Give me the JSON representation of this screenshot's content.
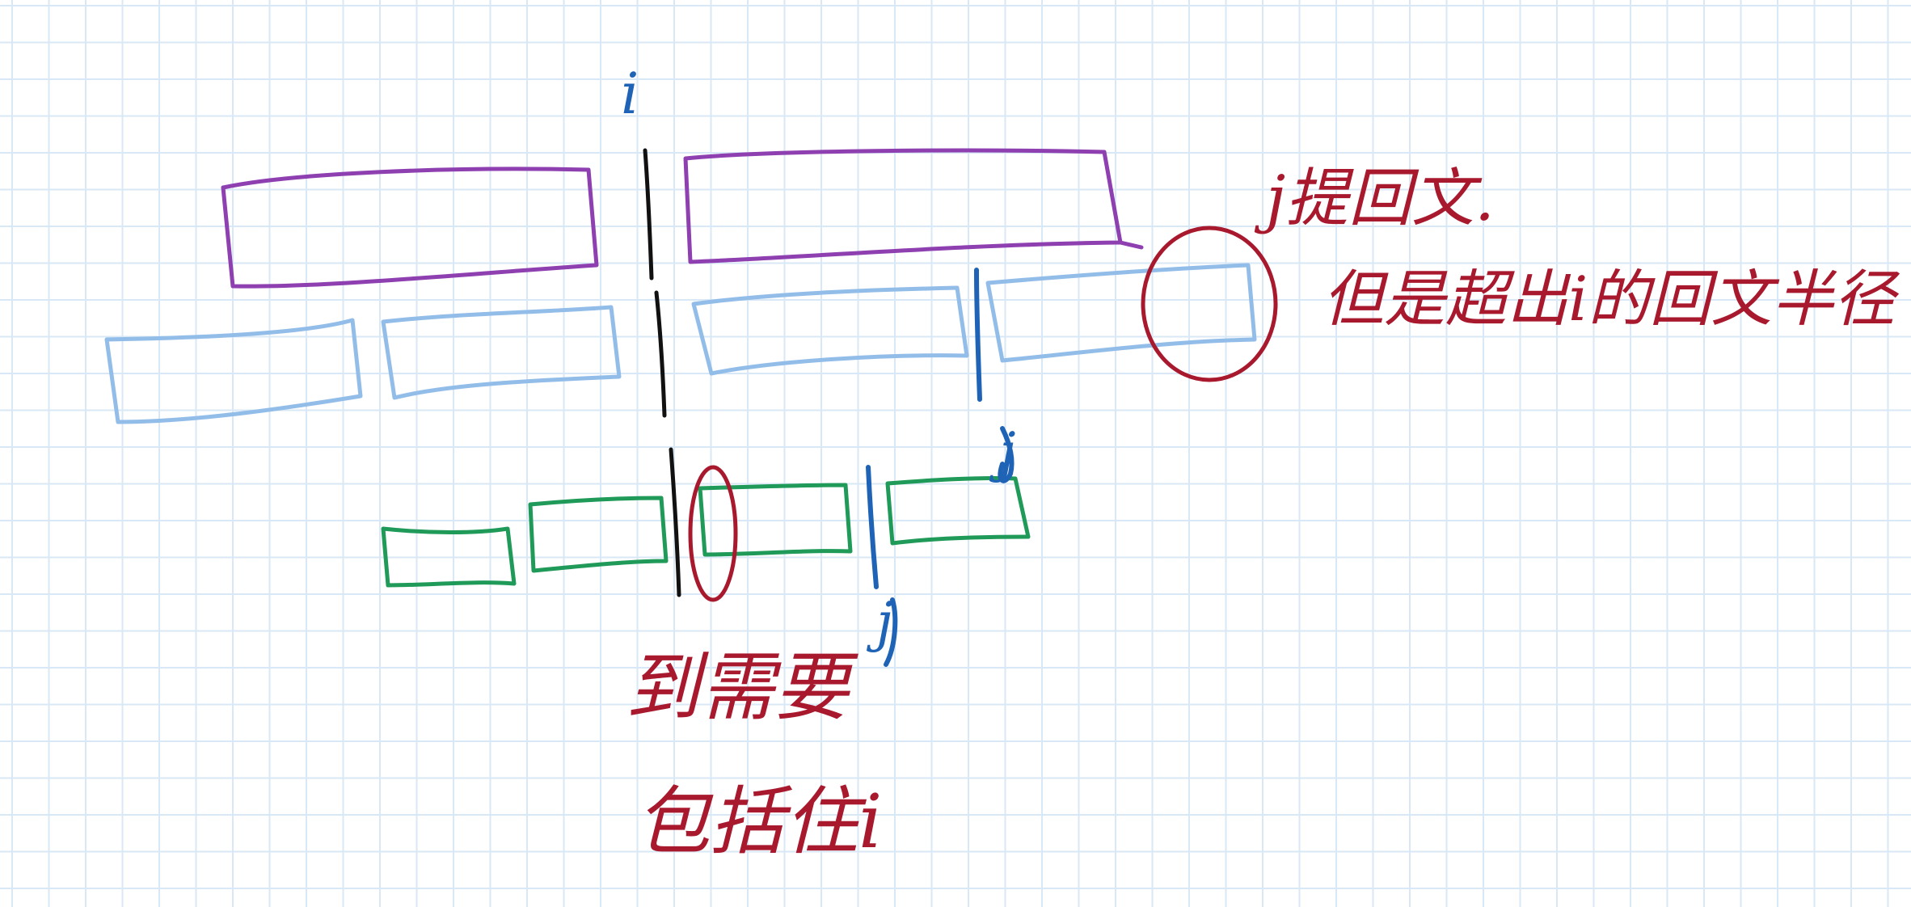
{
  "colors": {
    "purple": "#8e3fb0",
    "light_blue": "#93bde9",
    "green": "#1f9a58",
    "black": "#111111",
    "blue": "#1f63b6",
    "red": "#a8192e",
    "grid": "#d9e8f6"
  },
  "labels": {
    "i_top": "i",
    "j_mid": "j",
    "j_low": "j",
    "note_top_line1": "j提回文.",
    "note_top_line2": "但是超出i的回文半径",
    "note_bottom_line1": "到需要",
    "note_bottom_line2": "包括住i"
  }
}
